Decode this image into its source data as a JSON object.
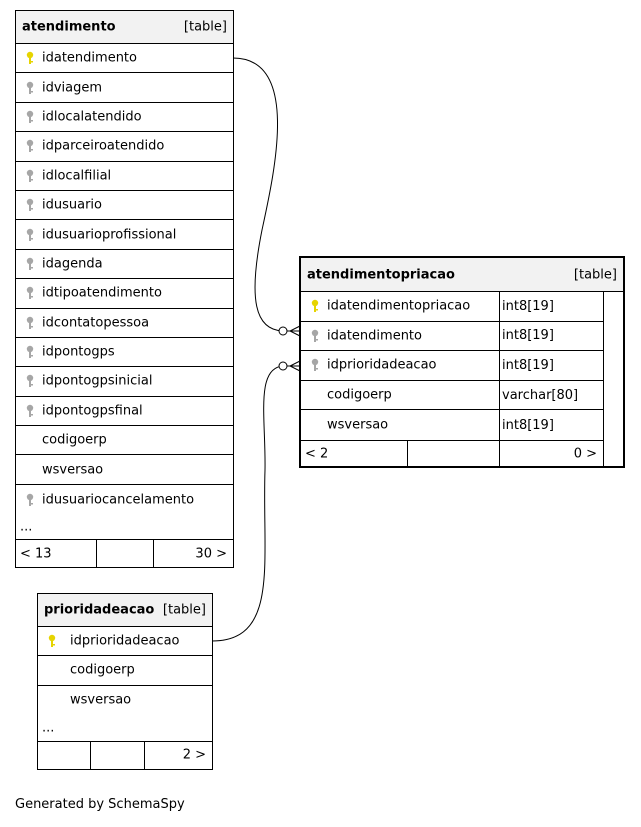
{
  "tables": {
    "atendimento": {
      "name": "atendimento",
      "kind": "[table]",
      "columns": [
        {
          "name": "idatendimento",
          "key": "primary"
        },
        {
          "name": "idviagem",
          "key": "foreign"
        },
        {
          "name": "idlocalatendido",
          "key": "foreign"
        },
        {
          "name": "idparceiroatendido",
          "key": "foreign"
        },
        {
          "name": "idlocalfilial",
          "key": "foreign"
        },
        {
          "name": "idusuario",
          "key": "foreign"
        },
        {
          "name": "idusuarioprofissional",
          "key": "foreign"
        },
        {
          "name": "idagenda",
          "key": "foreign"
        },
        {
          "name": "idtipoatendimento",
          "key": "foreign"
        },
        {
          "name": "idcontatopessoa",
          "key": "foreign"
        },
        {
          "name": "idpontogps",
          "key": "foreign"
        },
        {
          "name": "idpontogpsinicial",
          "key": "foreign"
        },
        {
          "name": "idpontogpsfinal",
          "key": "foreign"
        },
        {
          "name": "codigoerp",
          "key": "none"
        },
        {
          "name": "wsversao",
          "key": "none"
        },
        {
          "name": "idusuariocancelamento",
          "key": "foreign"
        }
      ],
      "ellipsis": "...",
      "footer_left": "< 13",
      "footer_right": "30 >"
    },
    "atendimentopriacao": {
      "name": "atendimentopriacao",
      "kind": "[table]",
      "columns": [
        {
          "name": "idatendimentopriacao",
          "key": "primary",
          "type": "int8[19]"
        },
        {
          "name": "idatendimento",
          "key": "foreign",
          "type": "int8[19]"
        },
        {
          "name": "idprioridadeacao",
          "key": "foreign",
          "type": "int8[19]"
        },
        {
          "name": "codigoerp",
          "key": "none",
          "type": "varchar[80]"
        },
        {
          "name": "wsversao",
          "key": "none",
          "type": "int8[19]"
        }
      ],
      "footer_left": "< 2",
      "footer_right": "0 >"
    },
    "prioridadeacao": {
      "name": "prioridadeacao",
      "kind": "[table]",
      "columns": [
        {
          "name": "idprioridadeacao",
          "key": "primary"
        },
        {
          "name": "codigoerp",
          "key": "none"
        },
        {
          "name": "wsversao",
          "key": "none"
        }
      ],
      "ellipsis": "...",
      "footer_left": "",
      "footer_right": "2 >"
    }
  },
  "colors": {
    "primary_key": "#e6d400",
    "foreign_key": "#a6a6a6",
    "header_bg": "#f2f2f2"
  },
  "generated_by": "Generated by SchemaSpy"
}
